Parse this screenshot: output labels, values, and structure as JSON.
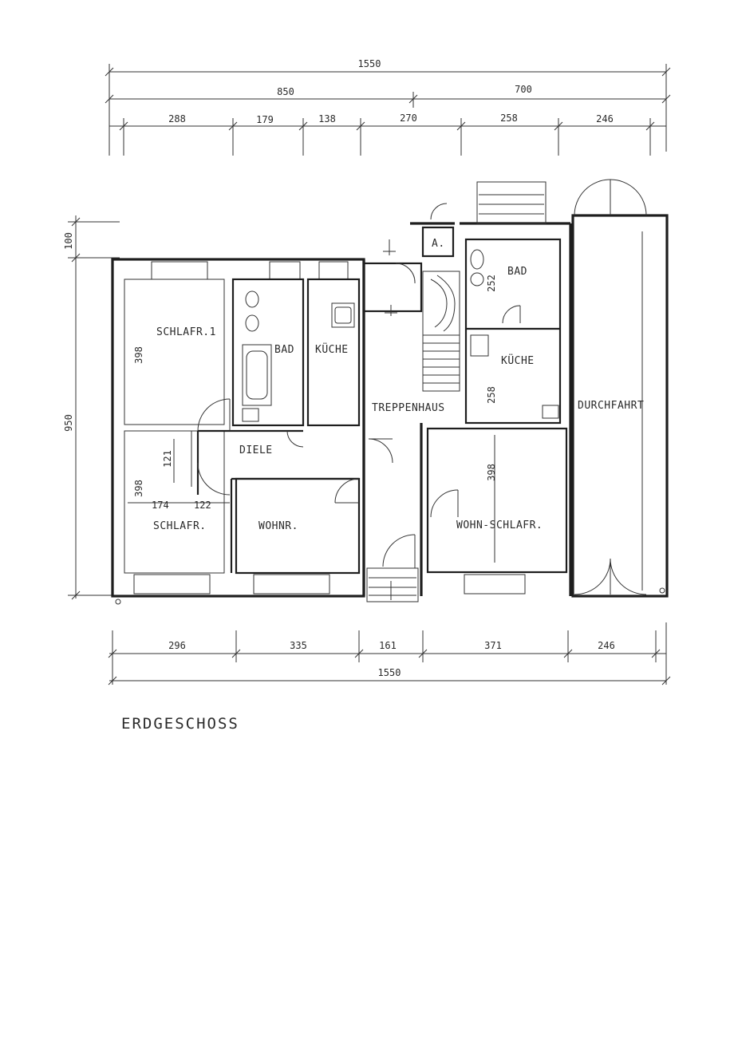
{
  "title": "ERDGESCHOSS",
  "top_dims": {
    "overall": "1550",
    "left_part": "850",
    "right_part": "700",
    "segments": [
      "288",
      "179",
      "138",
      "270",
      "258",
      "246"
    ]
  },
  "bottom_dims": {
    "overall": "1550",
    "segments": [
      "296",
      "335",
      "161",
      "371",
      "246"
    ]
  },
  "left_dims": {
    "top": "100",
    "height": "950"
  },
  "rooms": {
    "schlafr1": "SCHLAFR.1",
    "bad_left": "BAD",
    "kueche_left": "KÜCHE",
    "treppenhaus": "TREPPENHAUS",
    "bad_right": "BAD",
    "kueche_right": "KÜCHE",
    "durchfahrt": "DURCHFAHRT",
    "diele": "DIELE",
    "schlafr": "SCHLAFR.",
    "wohnr": "WOHNR.",
    "wohn_schlafr": "WOHN-SCHLAFR.",
    "abstell": "A."
  },
  "inner_dims": {
    "schlafr1_h": "398",
    "schlafr_h": "398",
    "diele_121": "121",
    "schlafr_174": "174",
    "schlafr_122": "122",
    "bad_r_252": "252",
    "kueche_r_258": "258",
    "wohn_schlafr_398": "398"
  }
}
